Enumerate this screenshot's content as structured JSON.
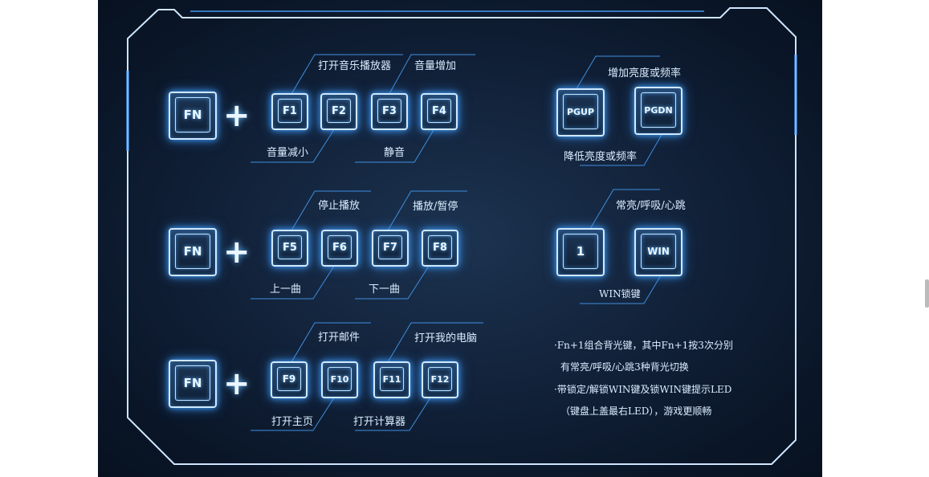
{
  "rows": [
    {
      "fn_key": "FN",
      "plus": "+",
      "keys": [
        "F1",
        "F2",
        "F3",
        "F4"
      ],
      "labels_above": [
        "打开音乐播放器",
        "音量增加"
      ],
      "labels_below": [
        "音量减小",
        "静音"
      ]
    },
    {
      "fn_key": "FN",
      "plus": "+",
      "keys": [
        "F5",
        "F6",
        "F7",
        "F8"
      ],
      "labels_above": [
        "停止播放",
        "播放/暂停"
      ],
      "labels_below": [
        "上一曲",
        "下一曲"
      ]
    },
    {
      "fn_key": "FN",
      "plus": "+",
      "keys": [
        "F9",
        "F10",
        "F11",
        "F12"
      ],
      "labels_above": [
        "打开邮件",
        "打开我的电脑"
      ],
      "labels_below": [
        "打开主页",
        "打开计算器"
      ]
    }
  ],
  "right_top": {
    "keys": [
      "PGUP",
      "PGDN"
    ],
    "label_above": "增加亮度或频率",
    "label_below": "降低亮度或频率"
  },
  "right_mid": {
    "keys": [
      "1",
      "WIN"
    ],
    "label_above": "常亮/呼吸/心跳",
    "label_below": "WIN锁键"
  },
  "notes": [
    "·Fn+1组合背光键，其中Fn+1按3次分别",
    "有常亮/呼吸/心跳3种背光切换",
    "·带锁定/解锁WIN键及锁WIN键提示LED",
    "（键盘上盖最右LED），游戏更顺畅"
  ],
  "colors": {
    "glow": "#3fa0ff",
    "text": "#dbeeff",
    "background": "#0f1f35"
  }
}
